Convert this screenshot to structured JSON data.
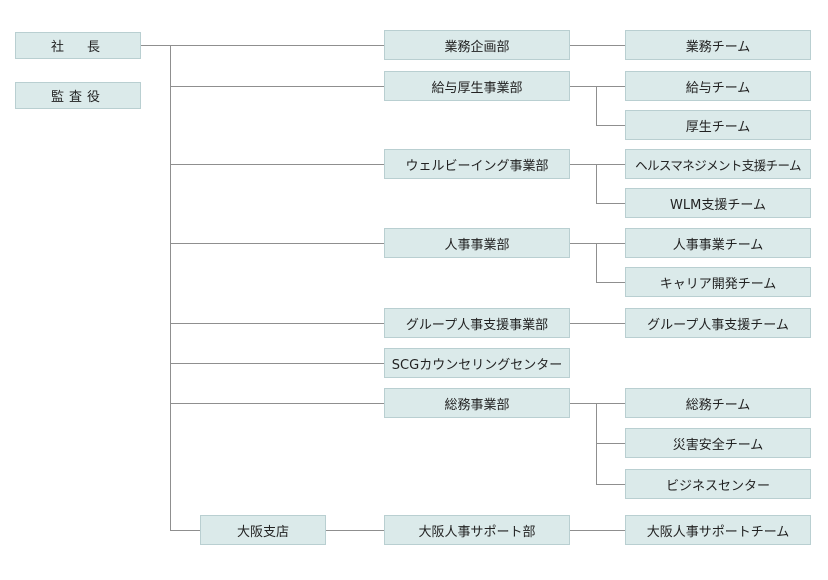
{
  "executive": {
    "president": "社　長",
    "auditor": "監査役"
  },
  "departments": [
    {
      "label": "業務企画部",
      "teams": [
        "業務チーム"
      ]
    },
    {
      "label": "給与厚生事業部",
      "teams": [
        "給与チーム",
        "厚生チーム"
      ]
    },
    {
      "label": "ウェルビーイング事業部",
      "teams": [
        "ヘルスマネジメント支援チーム",
        "WLM支援チーム"
      ]
    },
    {
      "label": "人事事業部",
      "teams": [
        "人事事業チーム",
        "キャリア開発チーム"
      ]
    },
    {
      "label": "グループ人事支援事業部",
      "teams": [
        "グループ人事支援チーム"
      ]
    },
    {
      "label": "SCGカウンセリングセンター",
      "teams": []
    },
    {
      "label": "総務事業部",
      "teams": [
        "総務チーム",
        "災害安全チーム",
        "ビジネスセンター"
      ]
    }
  ],
  "branch": {
    "label": "大阪支店",
    "department": "大阪人事サポート部",
    "team": "大阪人事サポートチーム"
  }
}
